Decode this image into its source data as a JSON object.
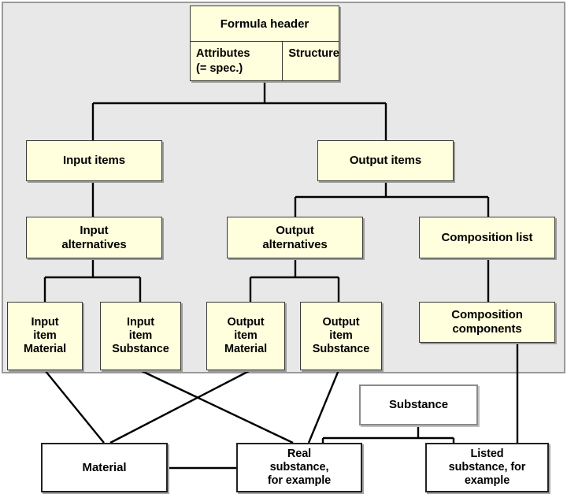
{
  "diagram": {
    "title_box": {
      "title": "Formula header",
      "cell_left_line1": "Attributes",
      "cell_left_line2": "(= spec.)",
      "cell_right": "Structure"
    },
    "panel": {
      "fill_color": "#e8e8e8",
      "border_color": "#9a9a9a"
    },
    "node_colors": {
      "yellow_fill": "#ffffdd",
      "white_fill": "#ffffff",
      "border": "#3a3a3a",
      "line": "#000000"
    },
    "nodes": [
      {
        "id": "input-items",
        "label": "Input items",
        "style": "yellow"
      },
      {
        "id": "output-items",
        "label": "Output items",
        "style": "yellow"
      },
      {
        "id": "input-alternatives",
        "label": "Input\nalternatives",
        "style": "yellow"
      },
      {
        "id": "output-alternatives",
        "label": "Output\nalternatives",
        "style": "yellow"
      },
      {
        "id": "composition-list",
        "label": "Composition list",
        "style": "yellow"
      },
      {
        "id": "input-item-material",
        "label": "Input\nitem\nMaterial",
        "style": "yellow"
      },
      {
        "id": "input-item-substance",
        "label": "Input\nitem\nSubstance",
        "style": "yellow"
      },
      {
        "id": "output-item-material",
        "label": "Output\nitem\nMaterial",
        "style": "yellow"
      },
      {
        "id": "output-item-substance",
        "label": "Output\nitem\nSubstance",
        "style": "yellow"
      },
      {
        "id": "composition-components",
        "label": "Composition\ncomponents",
        "style": "yellow"
      },
      {
        "id": "substance",
        "label": "Substance",
        "style": "white-thin"
      },
      {
        "id": "material",
        "label": "Material",
        "style": "white"
      },
      {
        "id": "real-substance",
        "label": "Real\nsubstance,\nfor example",
        "style": "white"
      },
      {
        "id": "listed-substance",
        "label": "Listed\nsubstance, for\nexample",
        "style": "white"
      }
    ],
    "labels": {
      "input_items": "Input items",
      "output_items": "Output items",
      "input_alternatives_l1": "Input",
      "input_alternatives_l2": "alternatives",
      "output_alternatives_l1": "Output",
      "output_alternatives_l2": "alternatives",
      "composition_list": "Composition list",
      "input_item_material_l1": "Input",
      "input_item_material_l2": "item",
      "input_item_material_l3": "Material",
      "input_item_substance_l1": "Input",
      "input_item_substance_l2": "item",
      "input_item_substance_l3": "Substance",
      "output_item_material_l1": "Output",
      "output_item_material_l2": "item",
      "output_item_material_l3": "Material",
      "output_item_substance_l1": "Output",
      "output_item_substance_l2": "item",
      "output_item_substance_l3": "Substance",
      "composition_components_l1": "Composition",
      "composition_components_l2": "components",
      "substance": "Substance",
      "material": "Material",
      "real_substance_l1": "Real",
      "real_substance_l2": "substance,",
      "real_substance_l3": "for example",
      "listed_substance_l1": "Listed",
      "listed_substance_l2": "substance, for",
      "listed_substance_l3": "example"
    }
  }
}
